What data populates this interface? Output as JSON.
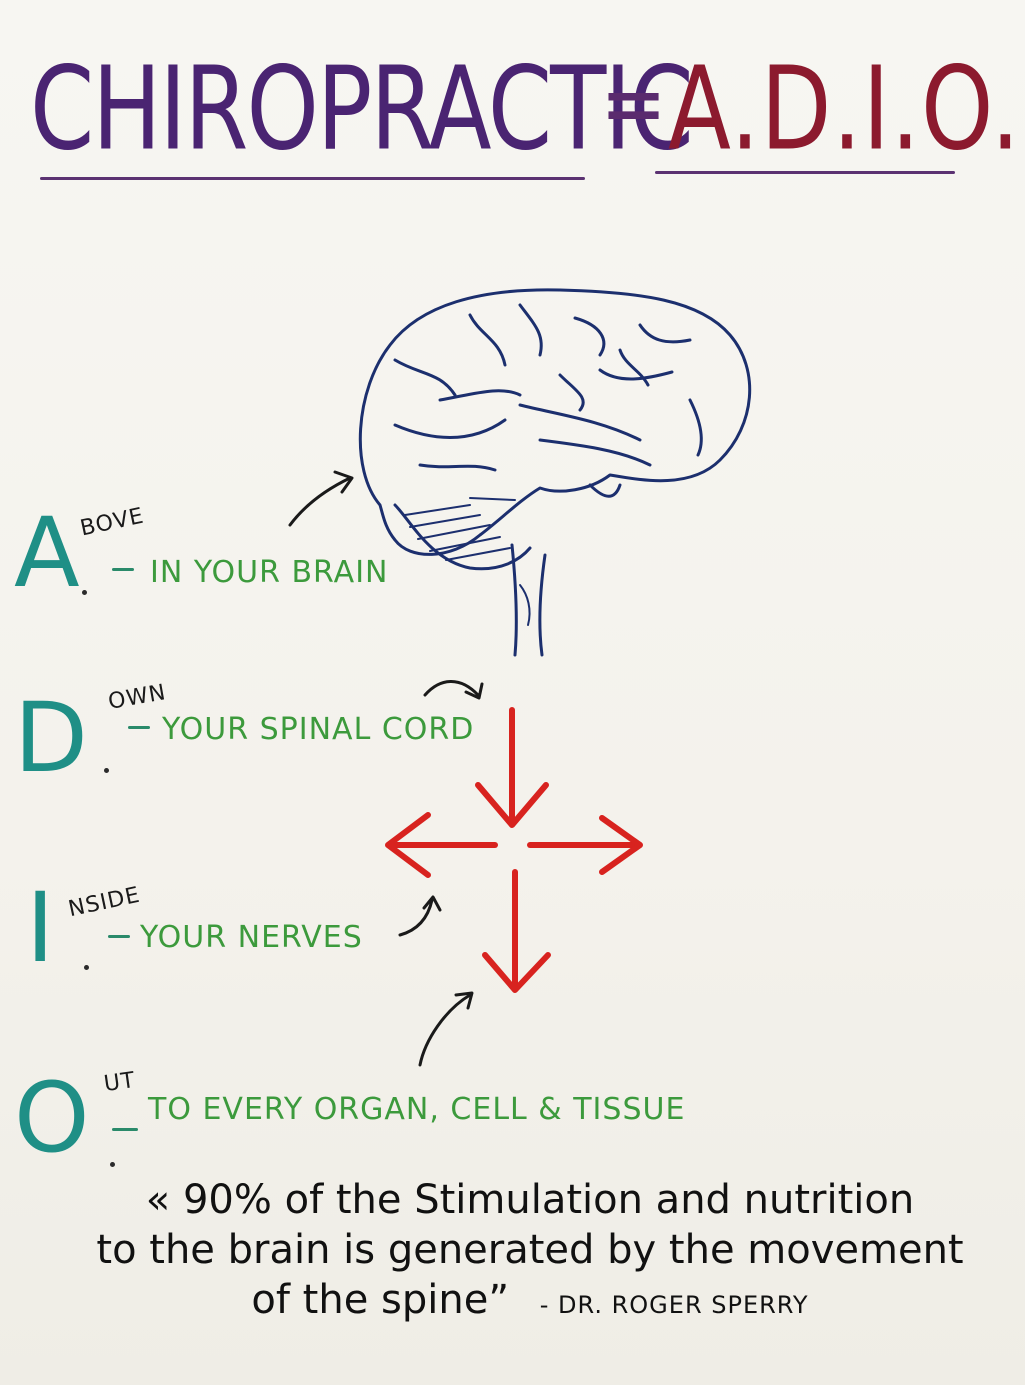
{
  "title": {
    "left": "CHIROPRACTIC",
    "equals": "=",
    "right": "A.D.I.O."
  },
  "rows": [
    {
      "letter": "A",
      "word": "BOVE",
      "text": "IN YOUR BRAIN"
    },
    {
      "letter": "D",
      "word": "OWN",
      "text": "YOUR SPINAL CORD"
    },
    {
      "letter": "I",
      "word": "NSIDE",
      "text": "YOUR NERVES"
    },
    {
      "letter": "O",
      "word": "UT",
      "text": "TO EVERY ORGAN, CELL & TISSUE"
    }
  ],
  "quote": {
    "line1": "« 90% of the Stimulation and nutrition",
    "line2": "to the brain is generated by the movement",
    "line3": "of the spine”",
    "author": "- DR. ROGER SPERRY"
  },
  "colors": {
    "title_left": "#4a2472",
    "title_right": "#8c1a2e",
    "letters": "#1f8f86",
    "descriptions": "#3c9a3c",
    "arrows": "#d8231f",
    "brain": "#1c2f6e"
  },
  "icons": [
    "brain-icon",
    "arrow-down-icon",
    "arrow-left-icon",
    "arrow-right-icon",
    "curved-arrow-icon"
  ]
}
